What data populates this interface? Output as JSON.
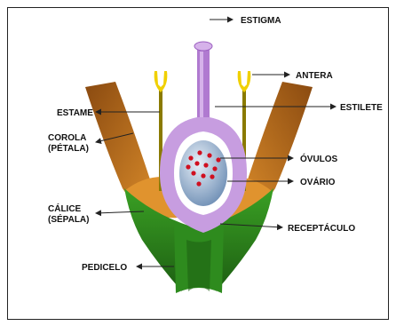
{
  "labels": {
    "estigma": "ESTIGMA",
    "antera": "ANTERA",
    "estilete": "ESTILETE",
    "estame": "ESTAME",
    "corola_line1": "COROLA",
    "corola_line2": "(PÉTALA)",
    "ovulos": "ÓVULOS",
    "ovario": "OVÁRIO",
    "calice_line1": "CÁLICE",
    "calice_line2": "(SÉPALA)",
    "receptaculo": "RECEPTÁCULO",
    "pedicelo": "PEDICELO"
  },
  "colors": {
    "petal": "#c8741a",
    "petal_dark": "#8a4a10",
    "sepal": "#2e8b1e",
    "sepal_dark": "#1d5e12",
    "pistil": "#c79de0",
    "pistil_dark": "#9b5fc0",
    "ovary_fill": "#6f8fb5",
    "ovule": "#d01020",
    "stamen_filament": "#8a7a00",
    "anther": "#f0d000",
    "line": "#222222"
  }
}
